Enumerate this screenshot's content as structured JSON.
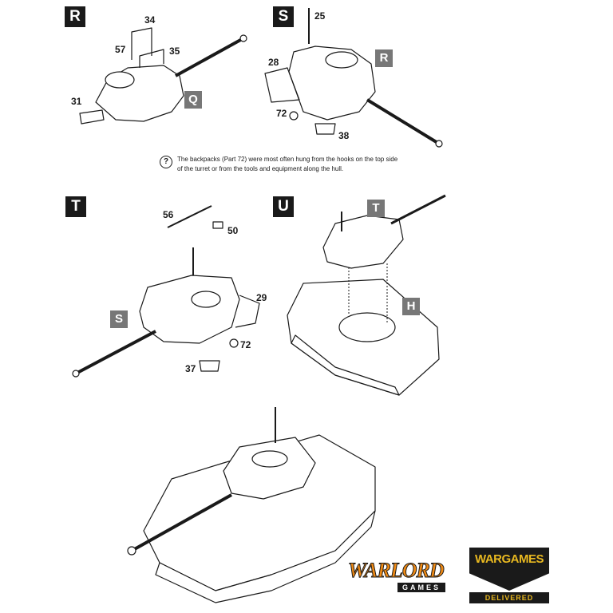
{
  "steps": [
    {
      "letter": "R",
      "ref": "Q",
      "parts": [
        "34",
        "57",
        "35",
        "31"
      ]
    },
    {
      "letter": "S",
      "ref": "R",
      "parts": [
        "25",
        "28",
        "72",
        "38"
      ]
    },
    {
      "letter": "T",
      "ref": "S",
      "parts": [
        "56",
        "50",
        "29",
        "72",
        "37"
      ]
    },
    {
      "letter": "U",
      "refs": [
        "T",
        "H"
      ]
    }
  ],
  "note": {
    "icon": "question-circle-icon",
    "symbol": "?",
    "text": "The backpacks (Part 72) were most often hung from the hooks on the top side of the turret or from the tools and equipment along the hull."
  },
  "logos": {
    "warlord": {
      "main": "WARLORD",
      "sub": "GAMES"
    },
    "wargames": {
      "main": "WARGAMES",
      "sub": "DELIVERED"
    }
  }
}
